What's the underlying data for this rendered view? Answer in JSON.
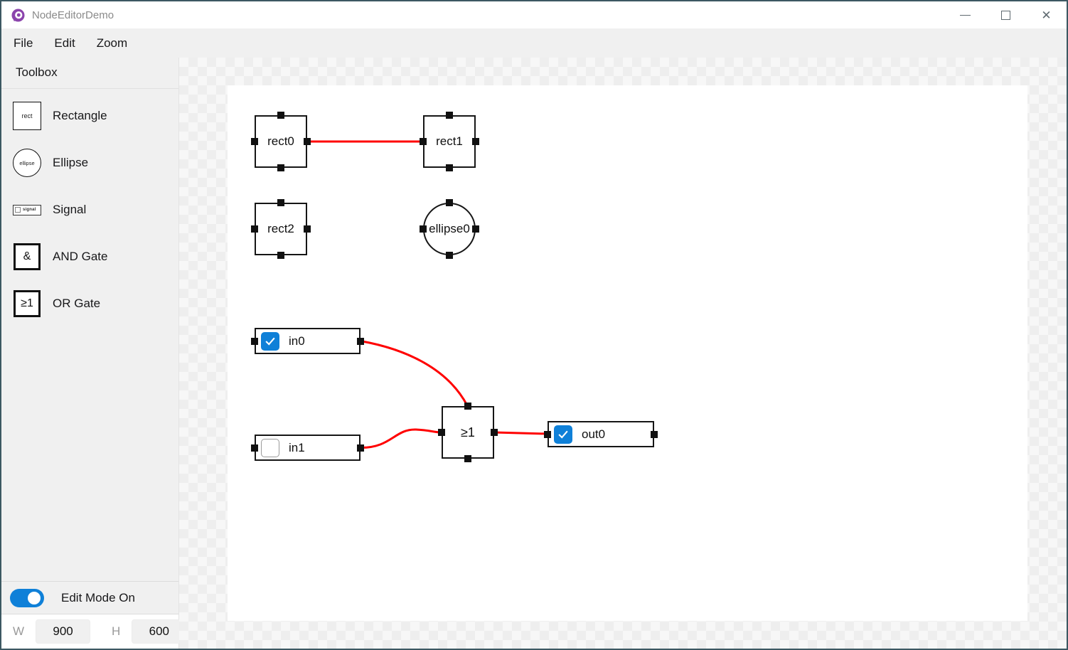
{
  "window": {
    "title": "NodeEditorDemo",
    "close_glyph": "✕"
  },
  "menu": {
    "items": [
      {
        "label": "File"
      },
      {
        "label": "Edit"
      },
      {
        "label": "Zoom"
      }
    ]
  },
  "toolbox": {
    "header": "Toolbox",
    "items": [
      {
        "label": "Rectangle",
        "icon": "rect-icon",
        "icon_label": "rect"
      },
      {
        "label": "Ellipse",
        "icon": "ellipse-icon",
        "icon_label": "ellipse"
      },
      {
        "label": "Signal",
        "icon": "signal-icon",
        "icon_label": "signal"
      },
      {
        "label": "AND Gate",
        "icon": "and-gate-icon",
        "icon_label": "&"
      },
      {
        "label": "OR Gate",
        "icon": "or-gate-icon",
        "icon_label": "≥1"
      }
    ]
  },
  "footer": {
    "edit_mode_label": "Edit Mode On",
    "edit_mode_on": true,
    "w_label": "W",
    "w_value": "900",
    "h_label": "H",
    "h_value": "600"
  },
  "canvas": {
    "nodes": {
      "rect0": {
        "label": "rect0",
        "type": "rectangle"
      },
      "rect1": {
        "label": "rect1",
        "type": "rectangle"
      },
      "rect2": {
        "label": "rect2",
        "type": "rectangle"
      },
      "ellipse0": {
        "label": "ellipse0",
        "type": "ellipse"
      },
      "in0": {
        "label": "in0",
        "type": "signal",
        "checked": true
      },
      "in1": {
        "label": "in1",
        "type": "signal",
        "checked": false
      },
      "or_gate": {
        "label": "≥1",
        "type": "or-gate"
      },
      "out0": {
        "label": "out0",
        "type": "signal",
        "checked": true
      }
    },
    "connections": [
      {
        "from": "rect0.right",
        "to": "rect1.left"
      },
      {
        "from": "in0.right",
        "to": "or_gate.top"
      },
      {
        "from": "in1.right",
        "to": "or_gate.left"
      },
      {
        "from": "or_gate.right",
        "to": "out0.left"
      }
    ],
    "colors": {
      "connection": "#ff0000",
      "pin": "#111111",
      "node_border": "#161616",
      "checkbox_blue": "#0f80d8",
      "logo_purple": "#8b44ac"
    }
  }
}
